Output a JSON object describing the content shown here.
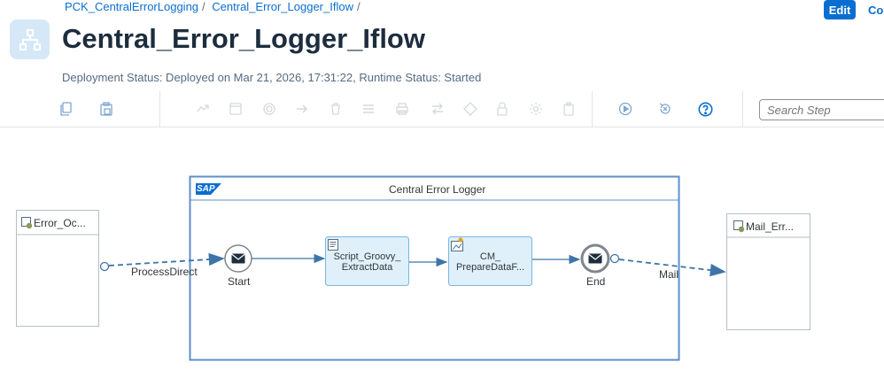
{
  "breadcrumb": {
    "items": [
      "PCK_CentralErrorLogging",
      "Central_Error_Logger_Iflow"
    ],
    "separator": "/"
  },
  "header": {
    "title": "Central_Error_Logger_Iflow",
    "status": "Deployment Status: Deployed on Mar 21, 2026, 17:31:22, Runtime Status: Started",
    "edit_label": "Edit",
    "next_label": "Co"
  },
  "toolbar": {
    "search_placeholder": "Search Step"
  },
  "diagram": {
    "pool_title": "Central Error Logger",
    "sender": "Error_Oc...",
    "receiver": "Mail_Err...",
    "start_label": "Start",
    "end_label": "End",
    "step1": [
      "Script_Groovy_",
      "ExtractData"
    ],
    "step2": [
      "CM_",
      "PrepareDataF..."
    ],
    "inbound_adapter": "ProcessDirect",
    "outbound_adapter": "Mail",
    "sap_logo": "SAP"
  },
  "colors": {
    "accent": "#0a6ed1",
    "pool_border": "#5d8fc9",
    "step_fill": "#dff0fa",
    "step_border": "#7ab7e0",
    "flow": "#3f74a8"
  }
}
